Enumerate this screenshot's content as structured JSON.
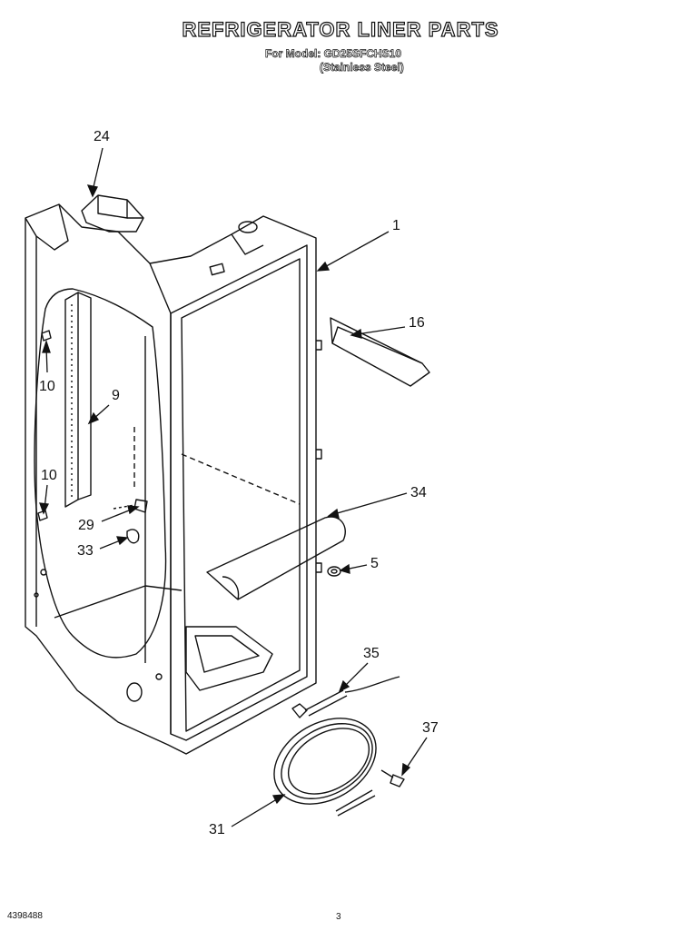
{
  "header": {
    "title": "REFRIGERATOR LINER PARTS",
    "model_line": "For Model: GD25SFCHS10",
    "variant_line": "(Stainless Steel)"
  },
  "callouts": {
    "c24": "24",
    "c1": "1",
    "c16": "16",
    "c10a": "10",
    "c9": "9",
    "c10b": "10",
    "c29": "29",
    "c33": "33",
    "c34": "34",
    "c5": "5",
    "c35": "35",
    "c37": "37",
    "c31": "31"
  },
  "footer": {
    "doc_number": "4398488",
    "page_number": "3"
  }
}
